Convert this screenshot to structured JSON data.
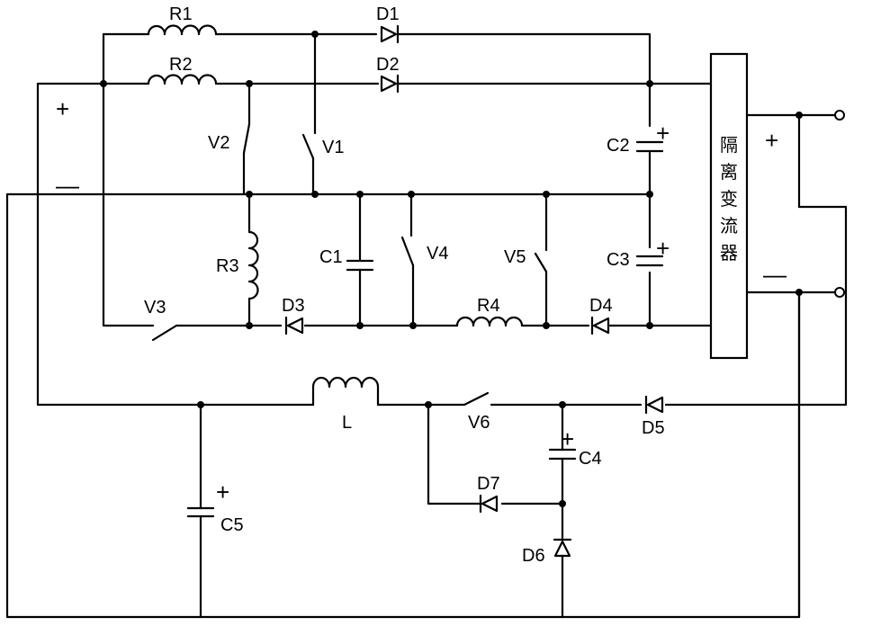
{
  "labels": {
    "R1": "R1",
    "R2": "R2",
    "R3": "R3",
    "R4": "R4",
    "D1": "D1",
    "D2": "D2",
    "D3": "D3",
    "D4": "D4",
    "D5": "D5",
    "D6": "D6",
    "D7": "D7",
    "V1": "V1",
    "V2": "V2",
    "V3": "V3",
    "V4": "V4",
    "V5": "V5",
    "V6": "V6",
    "C1": "C1",
    "C2": "C2",
    "C3": "C3",
    "C4": "C4",
    "C5": "C5",
    "L": "L"
  },
  "converter": {
    "c1": "隔",
    "c2": "离",
    "c3": "变",
    "c4": "流",
    "c5": "器"
  },
  "signs": {
    "input_plus": "+",
    "input_minus": "—",
    "output_plus": "+",
    "output_minus": "—",
    "c2_plus": "+",
    "c3_plus": "+",
    "c4_plus": "+",
    "c5_plus": "+"
  }
}
